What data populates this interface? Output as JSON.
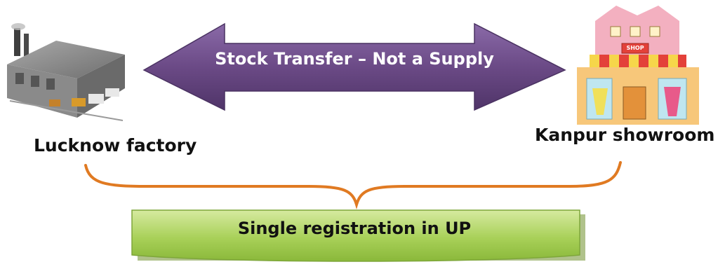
{
  "left_node": {
    "label": "Lucknow factory",
    "icon": "factory-icon"
  },
  "right_node": {
    "label": "Kanpur showroom",
    "icon": "shop-icon",
    "sign_text": "SHOP"
  },
  "arrow": {
    "label": "Stock Transfer – Not a Supply",
    "color": "#6b4a86"
  },
  "box": {
    "label": "Single registration in UP",
    "color": "#9cc84a"
  },
  "brace": {
    "color": "#e07a22"
  }
}
